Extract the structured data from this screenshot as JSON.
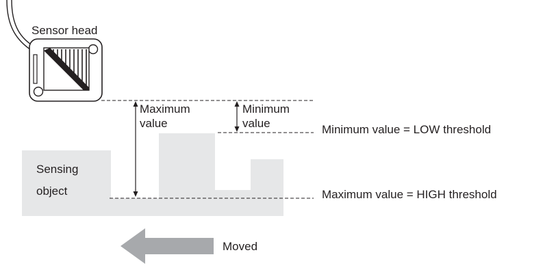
{
  "labels": {
    "sensor_head": "Sensor head",
    "maximum_value": [
      "Maximum",
      "value"
    ],
    "minimum_value": [
      "Minimum",
      "value"
    ],
    "low_threshold": "Minimum value = LOW threshold",
    "high_threshold": "Maximum value = HIGH threshold",
    "sensing_object": [
      "Sensing",
      "object"
    ],
    "moved": "Moved"
  },
  "colors": {
    "object_fill": "#e6e7e8",
    "arrow_fill": "#a7a9ac",
    "line": "#231f20",
    "sensor_body": "#ffffff"
  },
  "icons": {
    "sensor": "sensor-head-icon",
    "direction": "left-arrow-icon"
  }
}
